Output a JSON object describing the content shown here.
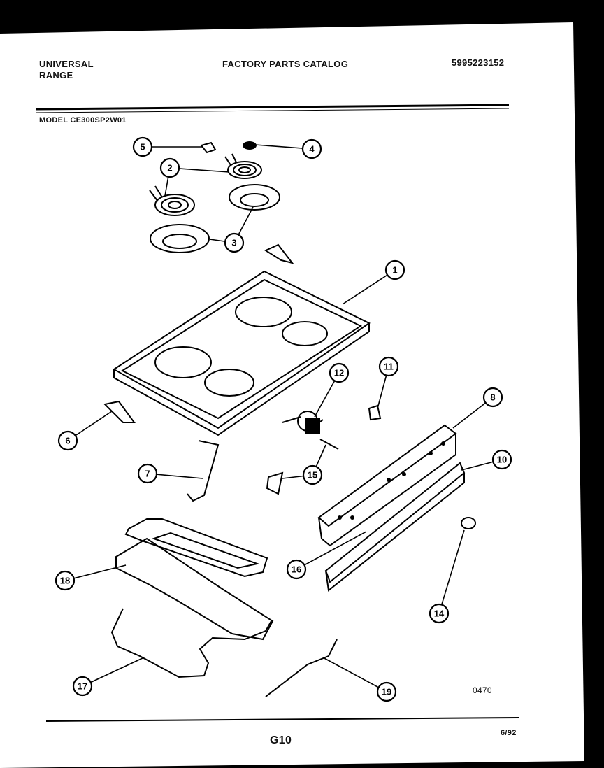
{
  "header": {
    "brand_line1": "UNIVERSAL",
    "brand_line2": "RANGE",
    "catalog_title": "FACTORY PARTS CATALOG",
    "catalog_number": "5995223152",
    "model_line": "MODEL CE300SP2W01"
  },
  "callouts": [
    "1",
    "2",
    "3",
    "4",
    "5",
    "6",
    "7",
    "8",
    "10",
    "11",
    "12",
    "14",
    "15",
    "16",
    "17",
    "18",
    "19"
  ],
  "footer": {
    "diagram_code": "0470",
    "page_code": "G10",
    "date": "6/92"
  },
  "colors": {
    "paper": "#ffffff",
    "ink": "#000000",
    "frame": "#000000"
  }
}
